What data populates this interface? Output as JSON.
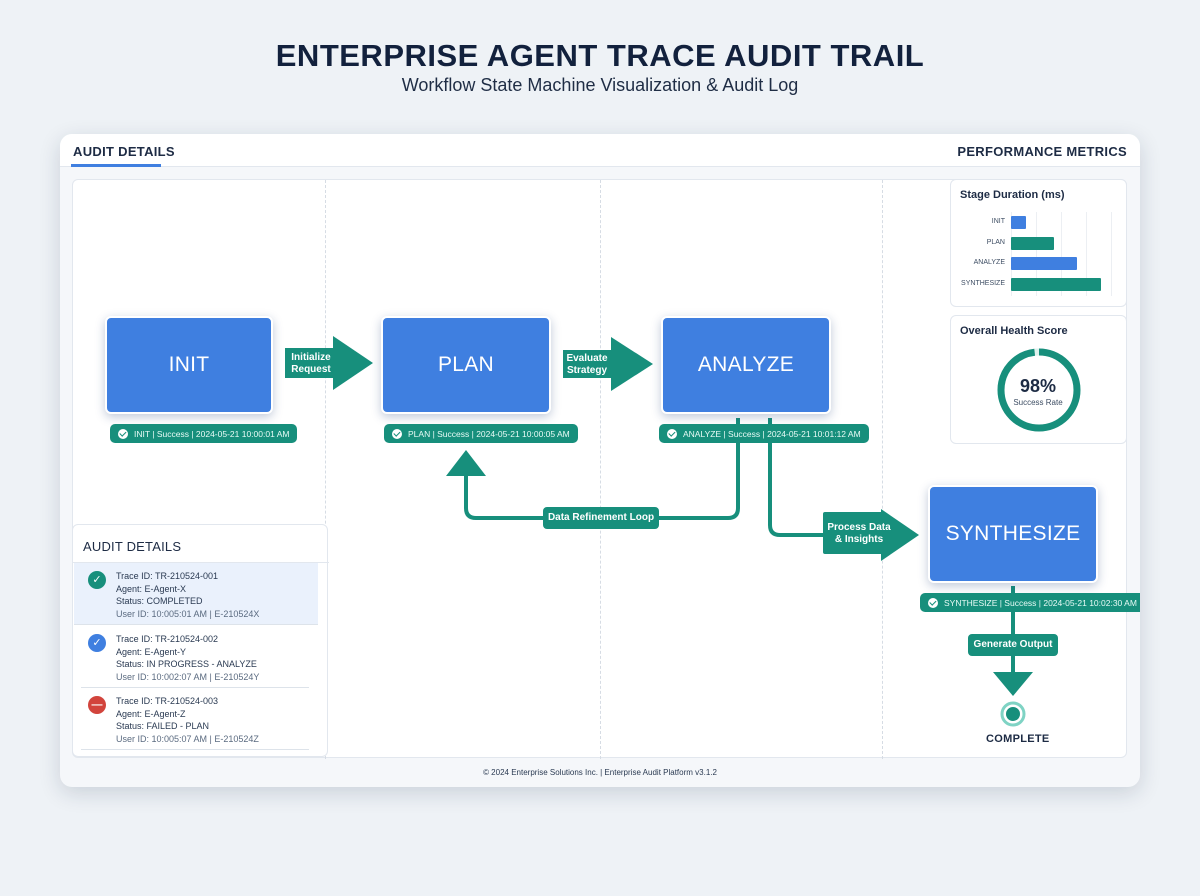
{
  "header": {
    "title": "ENTERPRISE AGENT TRACE AUDIT TRAIL",
    "subtitle": "Workflow State Machine Visualization & Audit Log"
  },
  "tabs": {
    "audit_details": "AUDIT DETAILS",
    "performance_metrics": "PERFORMANCE METRICS"
  },
  "stages": {
    "init": {
      "label": "INIT",
      "status": "INIT | Success | 2024-05-21 10:00:01 AM"
    },
    "plan": {
      "label": "PLAN",
      "status": "PLAN | Success | 2024-05-21 10:00:05 AM"
    },
    "analyze": {
      "label": "ANALYZE",
      "status": "ANALYZE | Success | 2024-05-21 10:01:12 AM"
    },
    "synthesize": {
      "label": "SYNTHESIZE",
      "status": "SYNTHESIZE | Success | 2024-05-21 10:02:30 AM"
    }
  },
  "transitions": {
    "init_plan": [
      "Initialize",
      "Request"
    ],
    "plan_analyze": [
      "Evaluate",
      "Strategy"
    ],
    "loop": "Data Refinement Loop",
    "analyze_synth": [
      "Process Data",
      "& Insights"
    ],
    "output": "Generate Output"
  },
  "end_state": {
    "label": "COMPLETE"
  },
  "audit_panel": {
    "title": "AUDIT DETAILS",
    "items": [
      {
        "trace": "Trace ID: TR-210524-001",
        "agent": "Agent: E-Agent-X",
        "status": "Status: COMPLETED",
        "user": "User ID: 10:005:01 AM | E-210524X",
        "state": "success",
        "icon": "check-icon",
        "color": "#178f7c"
      },
      {
        "trace": "Trace ID: TR-210524-002",
        "agent": "Agent: E-Agent-Y",
        "status": "Status: IN PROGRESS - ANALYZE",
        "user": "User ID: 10:002:07 AM | E-210524Y",
        "state": "in-progress",
        "icon": "check-icon",
        "color": "#3f7fe0"
      },
      {
        "trace": "Trace ID: TR-210524-003",
        "agent": "Agent: E-Agent-Z",
        "status": "Status: FAILED - PLAN",
        "user": "User ID: 10:005:07 AM | E-210524Z",
        "state": "failed",
        "icon": "minus-icon",
        "color": "#d2443c"
      }
    ]
  },
  "metrics": {
    "stage_duration_title": "Stage Duration (ms)",
    "health_title": "Overall Health Score",
    "health_value": "98%",
    "health_label": "Success Rate",
    "health_fraction": 0.98
  },
  "chart_data": {
    "type": "bar",
    "title": "Stage Duration (ms)",
    "categories": [
      "INIT",
      "PLAN",
      "ANALYZE",
      "SYNTHESIZE"
    ],
    "values": [
      15,
      43,
      66,
      90
    ],
    "colors": [
      "#3f7fe0",
      "#178f7c",
      "#3f7fe0",
      "#178f7c"
    ]
  },
  "footer": "© 2024 Enterprise Solutions Inc. | Enterprise Audit Platform v3.1.2",
  "colors": {
    "stage_blue": "#3f7fe0",
    "flow_teal": "#178f7c",
    "failed_red": "#d2443c"
  }
}
